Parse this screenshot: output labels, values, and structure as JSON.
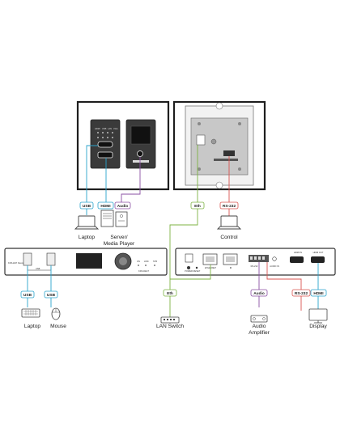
{
  "colors": {
    "usb": "#29a3cc",
    "hdmi": "#29a3cc",
    "audio": "#8a4fa3",
    "ethernet": "#7cb342",
    "rs232": "#d9534f",
    "panel_dark": "#2b2b2b"
  },
  "wall_plate": {
    "panel_labels": [
      "HDMI",
      "USB",
      "LAN",
      "VGA"
    ]
  },
  "encoder": {
    "port_labels": [
      "POWER",
      "RESET",
      "ETHERNET",
      "IR",
      "RS-232",
      "AUDIO IN",
      "HDMI IN",
      "HDMI OUT"
    ]
  },
  "decoder": {
    "model_text": "KDS-EN7 Decoder",
    "brand_text": "KDS-DEC7",
    "usb_hub_label": "USB",
    "indicator_labels": [
      "ON",
      "LINK",
      "STR"
    ]
  },
  "connectors": {
    "usb_top": "USB",
    "hdmi_top": "HDMI",
    "audio_top": "Audio",
    "eth_top": "Eth",
    "rs232_top": "RS-232",
    "usb_left_1": "USB",
    "usb_left_2": "USB",
    "eth_bottom": "Eth",
    "audio_bottom": "Audio",
    "rs232_bottom": "RS-232",
    "hdmi_bottom": "HDMI"
  },
  "devices": {
    "laptop_top": "Laptop",
    "server_line1": "Server/",
    "server_line2": "Media Player",
    "control": "Control",
    "laptop_bottom": "Laptop",
    "mouse": "Mouse",
    "lan_switch": "LAN Switch",
    "audio_amp_line1": "Audio",
    "audio_amp_line2": "Amplifier",
    "display": "Display"
  }
}
